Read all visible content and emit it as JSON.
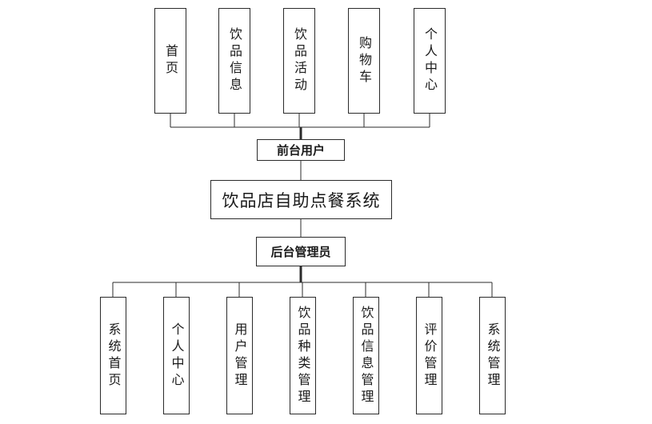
{
  "system": {
    "title": "饮品店自助点餐系统"
  },
  "frontend": {
    "label": "前台用户",
    "modules": [
      "首页",
      "饮品信息",
      "饮品活动",
      "购物车",
      "个人中心"
    ]
  },
  "backend": {
    "label": "后台管理员",
    "modules": [
      "系统首页",
      "个人中心",
      "用户管理",
      "饮品种类管理",
      "饮品信息管理",
      "评价管理",
      "系统管理"
    ]
  },
  "colors": {
    "line": "#2b2b2b",
    "box_border": "#2b2b2b",
    "background": "#ffffff"
  }
}
